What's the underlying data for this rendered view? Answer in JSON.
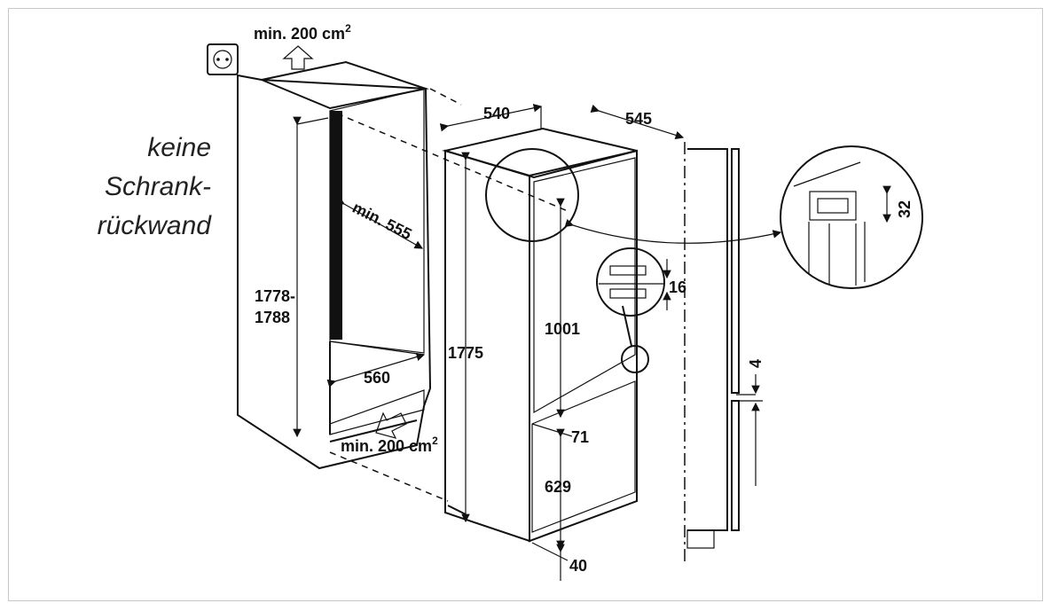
{
  "notes": {
    "line1": "keine",
    "line2": "Schrank-",
    "line3": "rückwand"
  },
  "vents": {
    "top": "min. 200 cm",
    "top_sup": "2",
    "bottom": "min. 200 cm",
    "bottom_sup": "2"
  },
  "niche": {
    "height_line1": "1778-",
    "height_line2": "1788",
    "depth": "min. 555",
    "width": "560"
  },
  "appliance": {
    "depth_540": "540",
    "depth_545": "545",
    "height": "1775",
    "upper_door": "1001",
    "gap": "71",
    "lower_door": "629",
    "bottom": "40"
  },
  "details": {
    "hinge": "16",
    "top_gap": "32",
    "door_offset": "4"
  },
  "icons": {
    "socket": "power-socket-icon",
    "vent_up": "arrow-up-icon",
    "vent_in": "arrow-diagonal-icon"
  }
}
